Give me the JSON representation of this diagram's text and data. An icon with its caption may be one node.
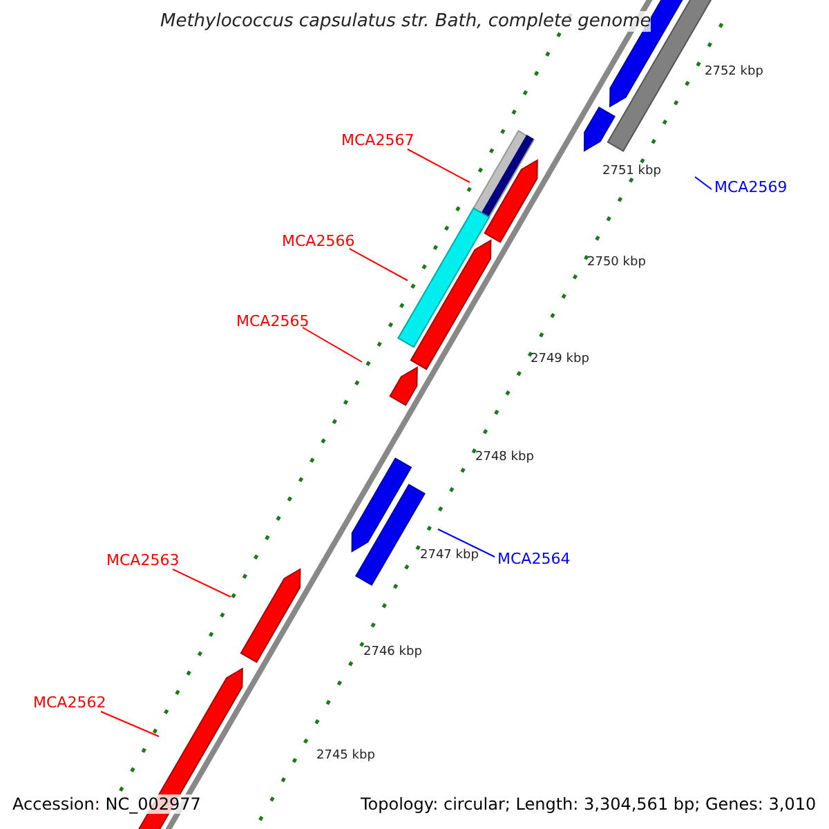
{
  "diagram": {
    "title": "Methylococcus capsulatus str. Bath, complete genome",
    "nodes": [
      {
        "text": [
          "MCA2569"
        ]
      },
      {
        "text": [
          "MCA2567"
        ]
      },
      {
        "text": [
          "MCA2566"
        ]
      },
      {
        "text": [
          "MCA2565"
        ]
      },
      {
        "text": [
          "MCA2564"
        ]
      },
      {
        "text": [
          "MCA2563"
        ]
      },
      {
        "text": [
          "MCA2562"
        ]
      }
    ],
    "edges": [
      {
        "from": 0,
        "to": null,
        "arrow": "none",
        "color": "#0000ff"
      },
      {
        "from": 1,
        "to": null,
        "arrow": "none"
      },
      {
        "from": 2,
        "to": null,
        "arrow": "none"
      },
      {
        "from": 3,
        "to": null,
        "arrow": "none"
      },
      {
        "from": 4,
        "to": null,
        "arrow": "none",
        "color": "#0000ff"
      },
      {
        "from": 5,
        "to": null,
        "arrow": "none"
      },
      {
        "from": 6,
        "to": null,
        "arrow": "none"
      }
    ],
    "labels": [
      "2752 kbp",
      "2751 kbp",
      "2750 kbp",
      "2749 kbp",
      "2748 kbp",
      "2747 kbp",
      "2746 kbp",
      "2745 kbp",
      "Accession: NC_002977",
      "Topology: circular; Length: 3,304,561 bp; Genes: 3,010"
    ]
  }
}
